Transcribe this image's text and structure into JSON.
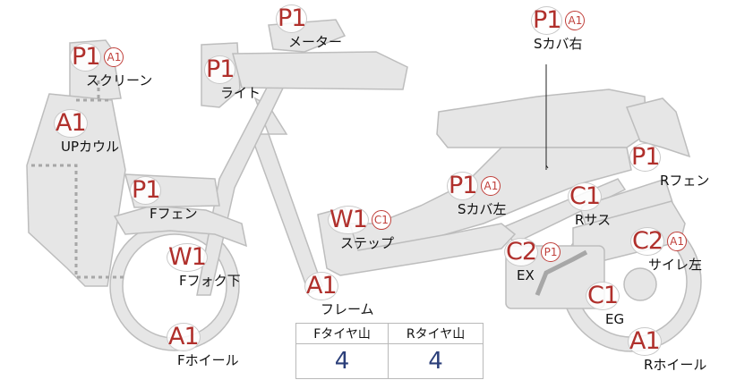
{
  "parts": [
    {
      "id": "meter",
      "grade": "P1",
      "sub": "",
      "label": "メーター"
    },
    {
      "id": "s-cover-right",
      "grade": "P1",
      "sub": "A1",
      "label": "Sカバ右"
    },
    {
      "id": "screen",
      "grade": "P1",
      "sub": "A1",
      "label": "スクリーン"
    },
    {
      "id": "light",
      "grade": "P1",
      "sub": "",
      "label": "ライト"
    },
    {
      "id": "up-cowl",
      "grade": "A1",
      "sub": "",
      "label": "UPカウル"
    },
    {
      "id": "r-fender",
      "grade": "P1",
      "sub": "",
      "label": "Rフェン"
    },
    {
      "id": "f-fender",
      "grade": "P1",
      "sub": "",
      "label": "Fフェン"
    },
    {
      "id": "s-cover-left",
      "grade": "P1",
      "sub": "A1",
      "label": "Sカバ左"
    },
    {
      "id": "r-sus",
      "grade": "C1",
      "sub": "",
      "label": "Rサス"
    },
    {
      "id": "step",
      "grade": "W1",
      "sub": "C1",
      "label": "ステップ"
    },
    {
      "id": "muffler-left",
      "grade": "C2",
      "sub": "A1",
      "label": "サイレ左"
    },
    {
      "id": "ex",
      "grade": "C2",
      "sub": "P1",
      "label": "EX"
    },
    {
      "id": "f-fork-lower",
      "grade": "W1",
      "sub": "",
      "label": "Fフォク下"
    },
    {
      "id": "frame",
      "grade": "A1",
      "sub": "",
      "label": "フレーム"
    },
    {
      "id": "eg",
      "grade": "C1",
      "sub": "",
      "label": "EG"
    },
    {
      "id": "f-wheel",
      "grade": "A1",
      "sub": "",
      "label": "Fホイール"
    },
    {
      "id": "r-wheel",
      "grade": "A1",
      "sub": "",
      "label": "Rホイール"
    }
  ],
  "tire_table": {
    "headers": [
      "Fタイヤ山",
      "Rタイヤ山"
    ],
    "values": [
      "4",
      "4"
    ]
  },
  "colors": {
    "grade": "#b0302c",
    "part_fill": "#e6e6e6",
    "part_stroke": "#bdbdbd",
    "tread_value": "#2b3f7a"
  }
}
